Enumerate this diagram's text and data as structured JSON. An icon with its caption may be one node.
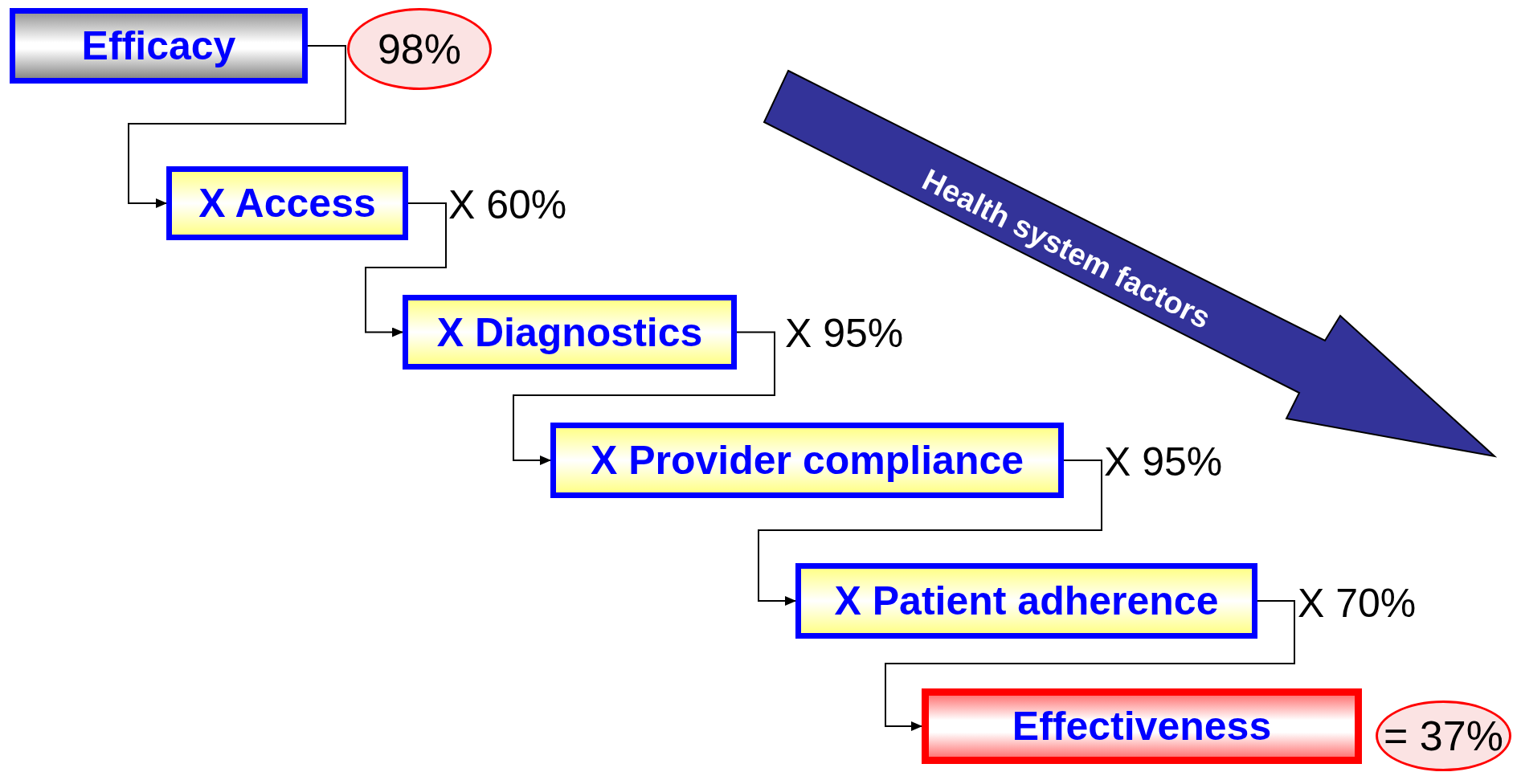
{
  "diagram": {
    "nodes": [
      {
        "text": [
          "Efficacy"
        ]
      },
      {
        "text": [
          "98%"
        ]
      },
      {
        "text": [
          "X Access"
        ]
      },
      {
        "text": [
          "X Diagnostics"
        ]
      },
      {
        "text": [
          "X Provider compliance"
        ]
      },
      {
        "text": [
          "X Patient adherence"
        ]
      },
      {
        "text": [
          "Effectiveness"
        ]
      },
      {
        "text": [
          "= 37%"
        ]
      },
      {
        "text": [
          "Health system factors"
        ]
      }
    ],
    "edges": [
      {
        "from": 0,
        "to": 2,
        "arrow": "to"
      },
      {
        "from": 2,
        "to": 3,
        "arrow": "to"
      },
      {
        "from": 3,
        "to": 4,
        "arrow": "to"
      },
      {
        "from": 4,
        "to": 5,
        "arrow": "to"
      },
      {
        "from": 5,
        "to": 6,
        "arrow": "to"
      }
    ],
    "labels": [
      "X 60%",
      "X 95%",
      "X 95%",
      "X 70%"
    ]
  }
}
